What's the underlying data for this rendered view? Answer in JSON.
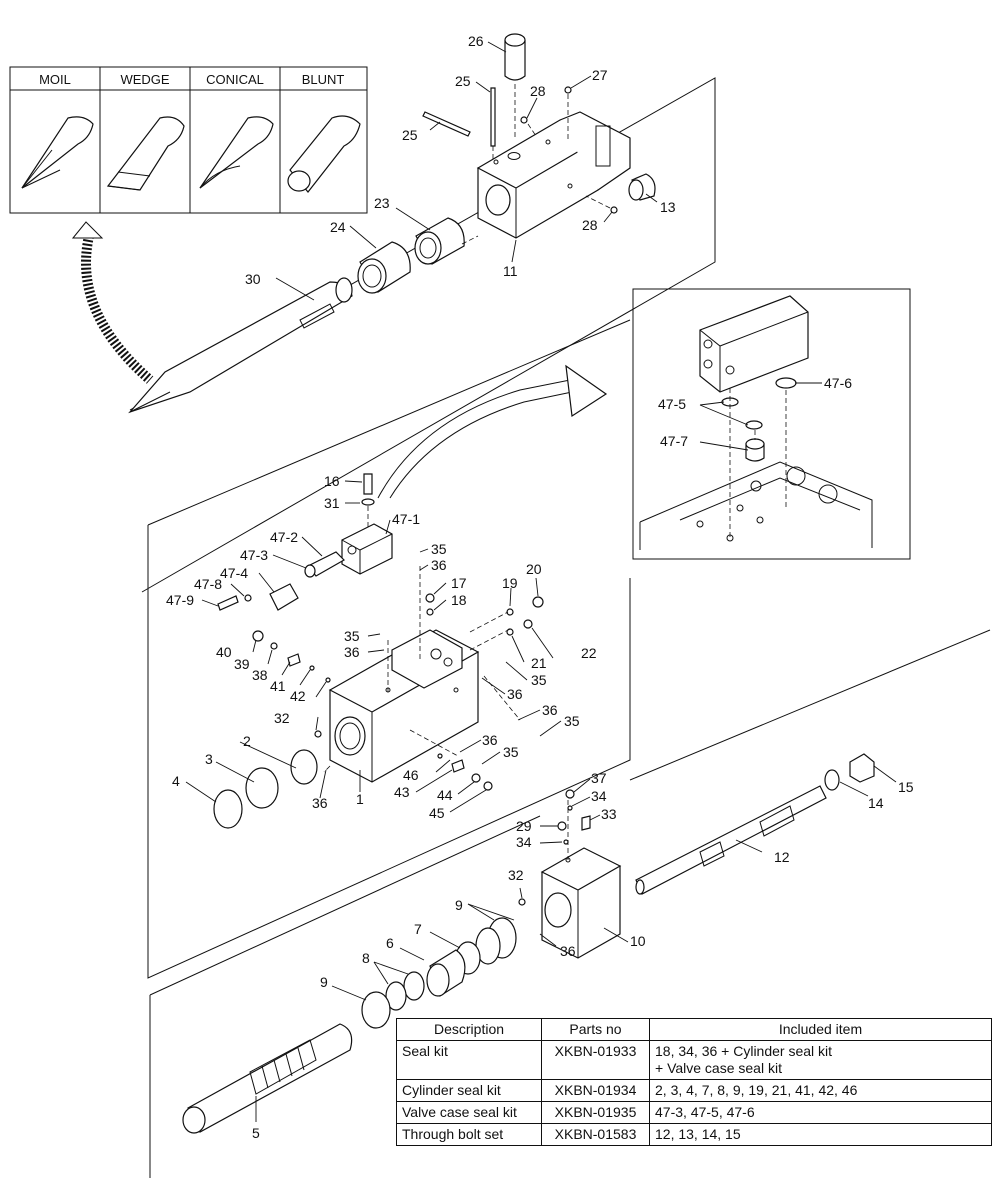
{
  "tool_tips": [
    "MOIL",
    "WEDGE",
    "CONICAL",
    "BLUNT"
  ],
  "callouts": {
    "p1": "1",
    "p2": "2",
    "p3": "3",
    "p4": "4",
    "p5": "5",
    "p6": "6",
    "p7": "7",
    "p8": "8",
    "p9": "9",
    "p10": "10",
    "p11": "11",
    "p12": "12",
    "p13": "13",
    "p14": "14",
    "p15": "15",
    "p16": "16",
    "p17": "17",
    "p18": "18",
    "p19": "19",
    "p20": "20",
    "p21": "21",
    "p22": "22",
    "p23": "23",
    "p24": "24",
    "p25": "25",
    "p26": "26",
    "p27": "27",
    "p28": "28",
    "p29": "29",
    "p30": "30",
    "p31": "31",
    "p32": "32",
    "p33": "33",
    "p34": "34",
    "p35": "35",
    "p36": "36",
    "p37": "37",
    "p38": "38",
    "p39": "39",
    "p40": "40",
    "p41": "41",
    "p42": "42",
    "p43": "43",
    "p44": "44",
    "p45": "45",
    "p46": "46",
    "p47_1": "47-1",
    "p47_2": "47-2",
    "p47_3": "47-3",
    "p47_4": "47-4",
    "p47_5": "47-5",
    "p47_6": "47-6",
    "p47_7": "47-7",
    "p47_8": "47-8",
    "p47_9": "47-9"
  },
  "seal_table": {
    "headers": [
      "Description",
      "Parts no",
      "Included item"
    ],
    "rows": [
      {
        "description": "Seal kit",
        "parts_no": "XKBN-01933",
        "included_item": "18, 34, 36 + Cylinder seal kit\n+ Valve case seal kit"
      },
      {
        "description": "Cylinder seal kit",
        "parts_no": "XKBN-01934",
        "included_item": "2, 3, 4, 7, 8, 9, 19, 21, 41, 42, 46"
      },
      {
        "description": "Valve case seal kit",
        "parts_no": "XKBN-01935",
        "included_item": "47-3, 47-5, 47-6"
      },
      {
        "description": "Through bolt set",
        "parts_no": "XKBN-01583",
        "included_item": "12, 13, 14, 15"
      }
    ]
  }
}
